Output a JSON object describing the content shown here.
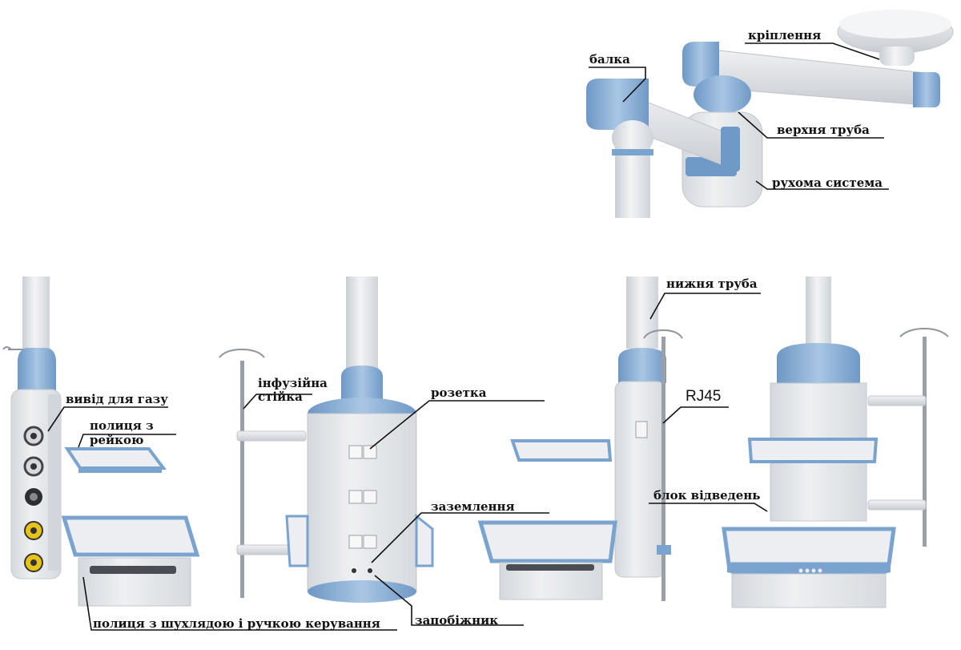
{
  "labels": {
    "mount": "кріплення",
    "beam": "балка",
    "upper_tube": "верхня труба",
    "moving_system": "рухома система",
    "lower_tube": "нижня труба",
    "gas_outlet": "вивід для газу",
    "rail_shelf_line1": "полиця з",
    "rail_shelf_line2": "рейкою",
    "infusion_stand_line1": "інфузійна",
    "infusion_stand_line2": "стійка",
    "socket": "розетка",
    "grounding": "заземлення",
    "rj45": "RJ45",
    "branch_block": "блок відведень",
    "drawer_shelf": "полиця з шухлядою і ручкою керування",
    "fuse": "запобіжник"
  },
  "colors": {
    "body": "#e9ebee",
    "shadow": "#c9ced4",
    "blue": "#7aa4cf",
    "blue_dark": "#5a86b6",
    "metal": "#9aa0a7",
    "dark": "#3c3f44",
    "yellow": "#e6c21a"
  }
}
